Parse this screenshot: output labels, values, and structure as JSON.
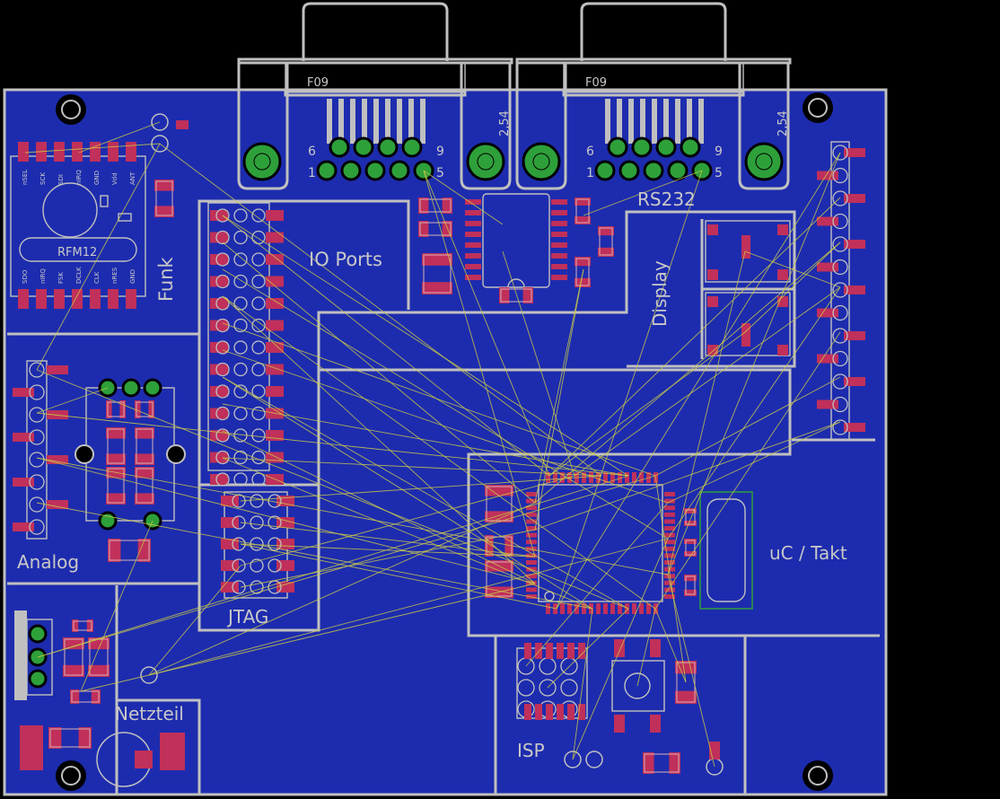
{
  "board": {
    "colors": {
      "background": "#000000",
      "board": "#1d2cae",
      "silkscreen": "#c0c0c0",
      "pad": "#c0305a",
      "airwire": "#c8c84a",
      "via": "#2ea03a"
    }
  },
  "labels": {
    "funk": "Funk",
    "rfm12": "RFM12",
    "io_ports": "IO Ports",
    "rs232": "RS232",
    "display": "Display",
    "analog": "Analog",
    "jtag": "JTAG",
    "uc_takt": "uC / Takt",
    "netzteil": "Netzteil",
    "isp": "ISP",
    "connector1_name": "F09",
    "connector2_name": "F09",
    "pin6a": "6",
    "pin9a": "9",
    "pin1a": "1",
    "pin5a": "5",
    "pin6b": "6",
    "pin9b": "9",
    "pin1b": "1",
    "pin5b": "5",
    "pitch1": "2,54",
    "pitch2": "2,54"
  },
  "rfm12_pins_top": [
    "nSEL",
    "SCK",
    "SDI",
    "nIRQ",
    "GND",
    "Vdd",
    "ANT"
  ],
  "rfm12_pins_bottom": [
    "SDO",
    "nIRQ",
    "FSK",
    "DCLK",
    "CLK",
    "nRES",
    "GND"
  ]
}
